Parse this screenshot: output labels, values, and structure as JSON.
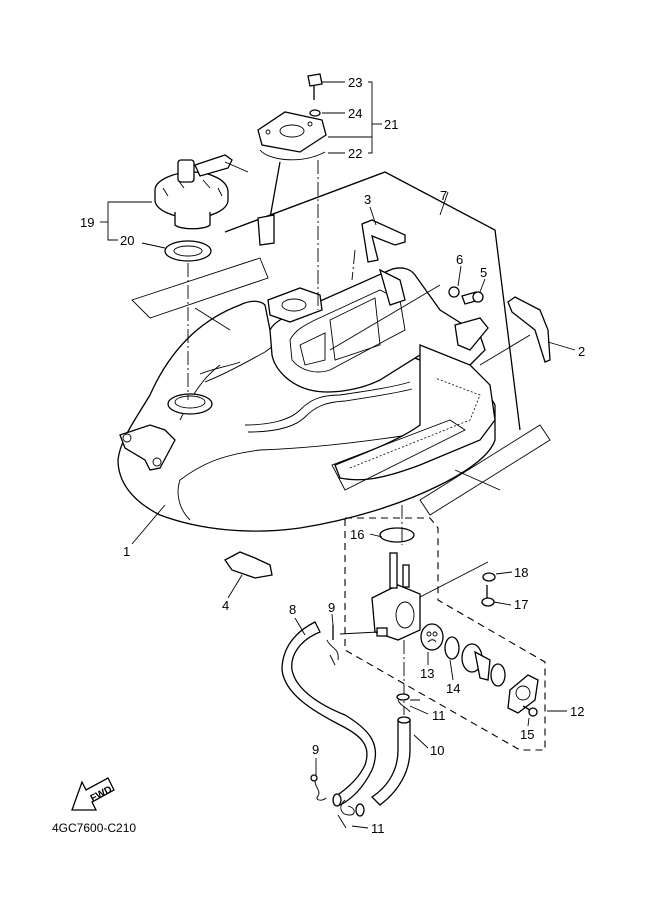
{
  "diagram": {
    "drawing_code": "4GC7600-C210",
    "direction_arrow_label": "FWD",
    "callouts": {
      "c1": "1",
      "c2": "2",
      "c3": "3",
      "c4": "4",
      "c5": "5",
      "c6": "6",
      "c7": "7",
      "c8": "8",
      "c9a": "9",
      "c9b": "9",
      "c10": "10",
      "c11a": "11",
      "c11b": "11",
      "c12": "12",
      "c13": "13",
      "c14": "14",
      "c15": "15",
      "c16": "16",
      "c17": "17",
      "c18": "18",
      "c19": "19",
      "c20": "20",
      "c21": "21",
      "c22": "22",
      "c23": "23",
      "c24": "24"
    }
  }
}
